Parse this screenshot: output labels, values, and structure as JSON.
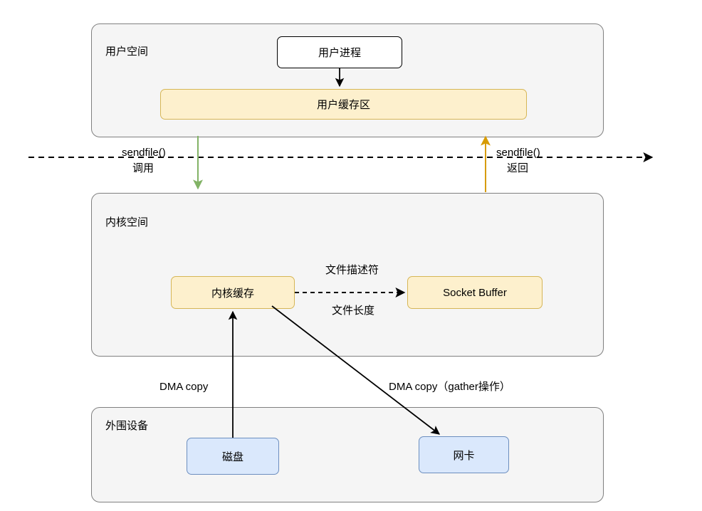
{
  "diagram": {
    "title": "sendfile zero-copy data flow",
    "colors": {
      "region_fill": "#f5f5f5",
      "region_stroke": "#808080",
      "yellow_fill": "#fdf0cd",
      "yellow_stroke": "#d6b656",
      "blue_fill": "#dae8fc",
      "blue_stroke": "#6c8ebf",
      "white_fill": "#ffffff",
      "black_stroke": "#000000",
      "green_arrow": "#82b366",
      "orange_arrow": "#d79b00"
    },
    "regions": [
      {
        "id": "user-space",
        "label": "用户空间"
      },
      {
        "id": "kernel-space",
        "label": "内核空间"
      },
      {
        "id": "peripheral",
        "label": "外围设备"
      }
    ],
    "nodes": {
      "user_process": "用户进程",
      "user_buffer": "用户缓存区",
      "kernel_buffer": "内核缓存",
      "socket_buffer": "Socket Buffer",
      "disk": "磁盘",
      "nic": "网卡"
    },
    "edge_labels": {
      "sendfile_call_line1": "sendfile()",
      "sendfile_call_line2": "调用",
      "sendfile_return_line1": "sendfile()",
      "sendfile_return_line2": "返回",
      "file_descriptor": "文件描述符",
      "file_length": "文件长度",
      "dma_copy": "DMA copy",
      "dma_copy_gather": "DMA copy（gather操作）"
    }
  }
}
